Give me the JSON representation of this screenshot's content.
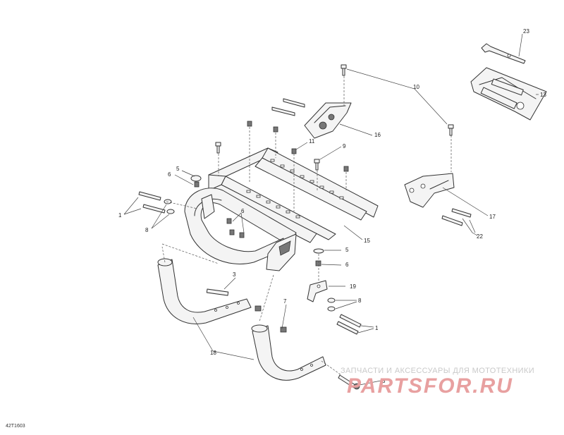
{
  "document_ref": "42T1603",
  "watermark": {
    "tagline": "ЗАПЧАСТИ И АКСЕССУАРЫ ДЛЯ МОТОТЕХНИКИ",
    "logo_text": "PARTSFOR.RU"
  },
  "callouts": {
    "c23": "23",
    "c13": "13",
    "c10": "10",
    "c16": "16",
    "c11": "11",
    "c9": "9",
    "c6a": "6",
    "c5a": "5",
    "c1a": "1",
    "c8a": "8",
    "c6b": "6",
    "c15": "15",
    "c17": "17",
    "c22": "22",
    "c5b": "5",
    "c6c": "6",
    "c3a": "3",
    "c19": "19",
    "c7": "7",
    "c8b": "8",
    "c1b": "1",
    "c18": "18",
    "c3b": "3"
  },
  "colors": {
    "line": "#333333",
    "watermark_red": "#e8a0a0",
    "watermark_gray": "#c9c9c9"
  }
}
